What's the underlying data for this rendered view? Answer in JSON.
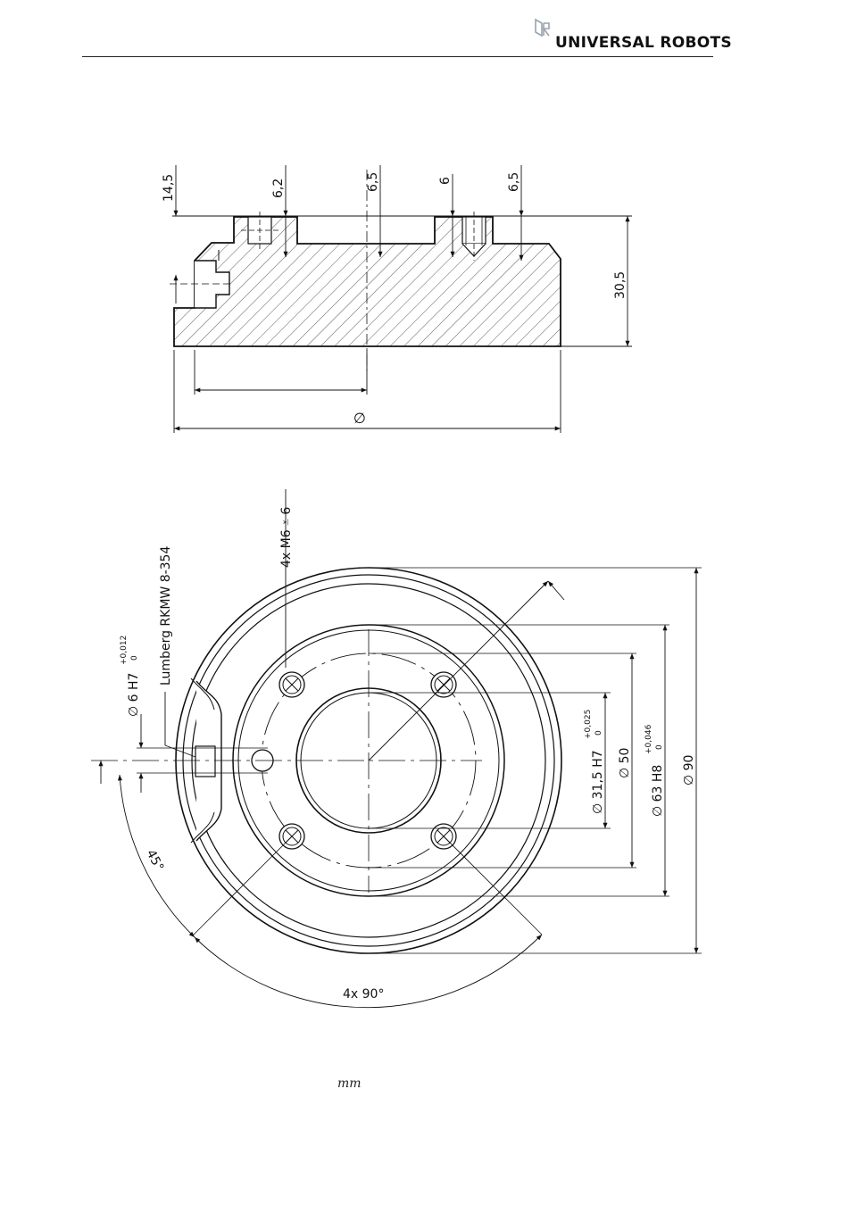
{
  "header": {
    "brand": "UNIVERSAL ROBOTS",
    "logo_icon": "universal-robots-logo-icon"
  },
  "side_view": {
    "dims": {
      "d1": "14,5",
      "d2": "6,2",
      "d3": "6,5",
      "d4": "6",
      "d5": "6,5",
      "height": "30,5",
      "diameter": "∅"
    }
  },
  "top_view": {
    "holes_label": "4x M6 ⩡ 6",
    "connector_label": "Lumberg RKMW 8-354",
    "pin_hole": "∅ 6 H7",
    "pin_tol_upper": "+0,012",
    "pin_tol_lower": "0",
    "bore": "∅ 31,5 H7",
    "bore_tol_upper": "+0,025",
    "bore_tol_lower": "0",
    "bolt_circle": "∅ 50",
    "recess": "∅ 63 H8",
    "recess_tol_upper": "+0,046",
    "recess_tol_lower": "0",
    "outer": "∅ 90",
    "angle_45": "45°",
    "angle_90": "4x 90°"
  },
  "footer": {
    "units": "mm"
  }
}
